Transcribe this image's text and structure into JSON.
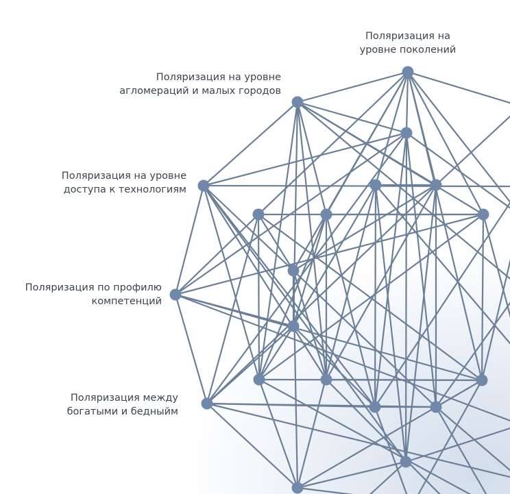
{
  "labels": {
    "generations": "Поляризация на\nуровне поколений",
    "agglomerations": "Поляризация на уровне\nагломераций и малых городов",
    "technology": "Поляризация на уровне\nдоступа к технологиям",
    "competencies": "Поляризация по профилю\nкомпетенций",
    "rich_poor": "Поляризация между\nбогатыми и бедныйм"
  },
  "colors": {
    "edge": "#6b7f98",
    "node": "#7088aa",
    "text": "#3c4450"
  }
}
